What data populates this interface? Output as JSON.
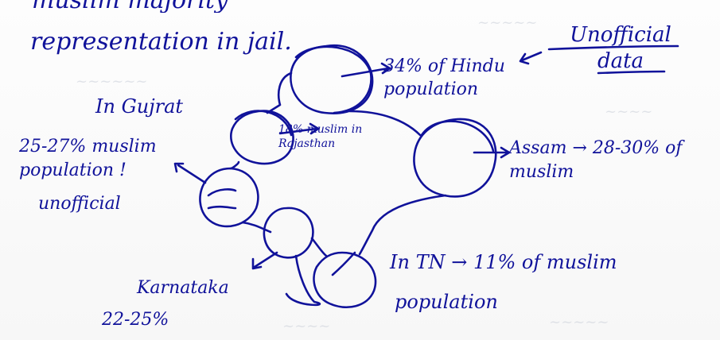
{
  "notes": {
    "top_cut_line": "muslim majority",
    "representation": "representation in jail.",
    "unofficial_data": "Unofficial data",
    "hindu_share": "34% of Hindu population",
    "gujarat_heading": "In Gujrat",
    "gujarat_figure": "25-27% muslim population !",
    "gujarat_unofficial": "unofficial",
    "rajasthan": "18% muslim in Rajasthan",
    "assam": "Assam → 28-30% of muslim",
    "tamil_nadu_line1": "In TN → 11% of muslim",
    "tamil_nadu_line2": "population",
    "karnataka_name": "Karnataka",
    "karnataka_figure": "22-25%"
  },
  "colors": {
    "ink": "#10129a",
    "paper": "#fbfbfb",
    "bleed_through": "#c9ced8"
  }
}
